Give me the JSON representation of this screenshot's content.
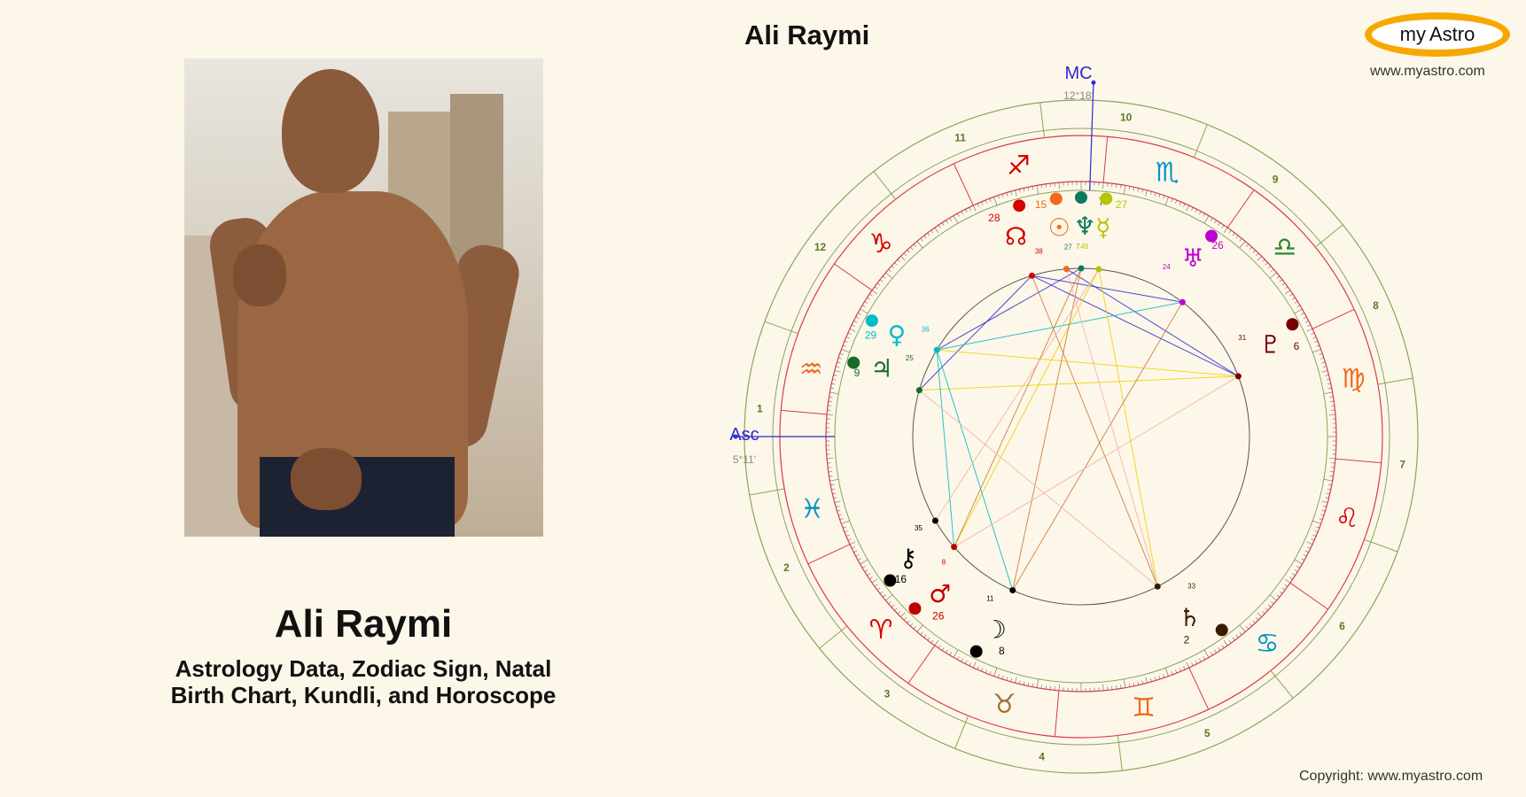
{
  "page": {
    "chart_title": "Ali Raymi",
    "person_name": "Ali Raymi",
    "subtitle_line1": "Astrology Data, Zodiac Sign, Natal",
    "subtitle_line2": "Birth Chart, Kundli, and Horoscope",
    "logo_my": "my",
    "logo_astro": "Astro",
    "site_url": "www.myastro.com",
    "copyright": "Copyright: www.myastro.com"
  },
  "wheel": {
    "mc_label": "MC",
    "mc_degree": "12°18'",
    "asc_label": "Asc",
    "asc_degree": "5°11'",
    "signs": [
      "♐",
      "♏",
      "♎",
      "♍",
      "♌",
      "♋",
      "♊",
      "♉",
      "♈",
      "♓",
      "♒",
      "♑"
    ],
    "houses": [
      "10",
      "9",
      "8",
      "7",
      "6",
      "5",
      "4",
      "3",
      "2",
      "1",
      "12",
      "11"
    ],
    "planets": [
      {
        "glyph": "☊",
        "name": "north-node",
        "deg": "28",
        "min": "38",
        "color": "#d60000"
      },
      {
        "glyph": "☉",
        "name": "sun",
        "deg": "15",
        "min": "7",
        "color": "#f06a1a"
      },
      {
        "glyph": "♆",
        "name": "neptune",
        "deg": "7",
        "min": "27",
        "color": "#0b7a5a"
      },
      {
        "glyph": "☿",
        "name": "mercury",
        "deg": "27",
        "min": "49",
        "color": "#b7c400"
      },
      {
        "glyph": "♅",
        "name": "uranus",
        "deg": "26",
        "min": "24",
        "color": "#c000d0"
      },
      {
        "glyph": "♇",
        "name": "pluto",
        "deg": "6",
        "min": "31",
        "color": "#7a0000"
      },
      {
        "glyph": "♄",
        "name": "saturn",
        "deg": "2",
        "min": "33",
        "color": "#3a1a00"
      },
      {
        "glyph": "☽",
        "name": "moon",
        "deg": "8",
        "min": "11",
        "color": "#000000"
      },
      {
        "glyph": "♂",
        "name": "mars",
        "deg": "26",
        "min": "8",
        "color": "#c00000"
      },
      {
        "glyph": "⚷",
        "name": "chiron",
        "deg": "16",
        "min": "35",
        "color": "#000000"
      },
      {
        "glyph": "♃",
        "name": "jupiter",
        "deg": "9",
        "min": "25",
        "color": "#1a6a2a"
      },
      {
        "glyph": "♀",
        "name": "venus",
        "deg": "29",
        "min": "36",
        "color": "#00bcc8"
      }
    ]
  }
}
